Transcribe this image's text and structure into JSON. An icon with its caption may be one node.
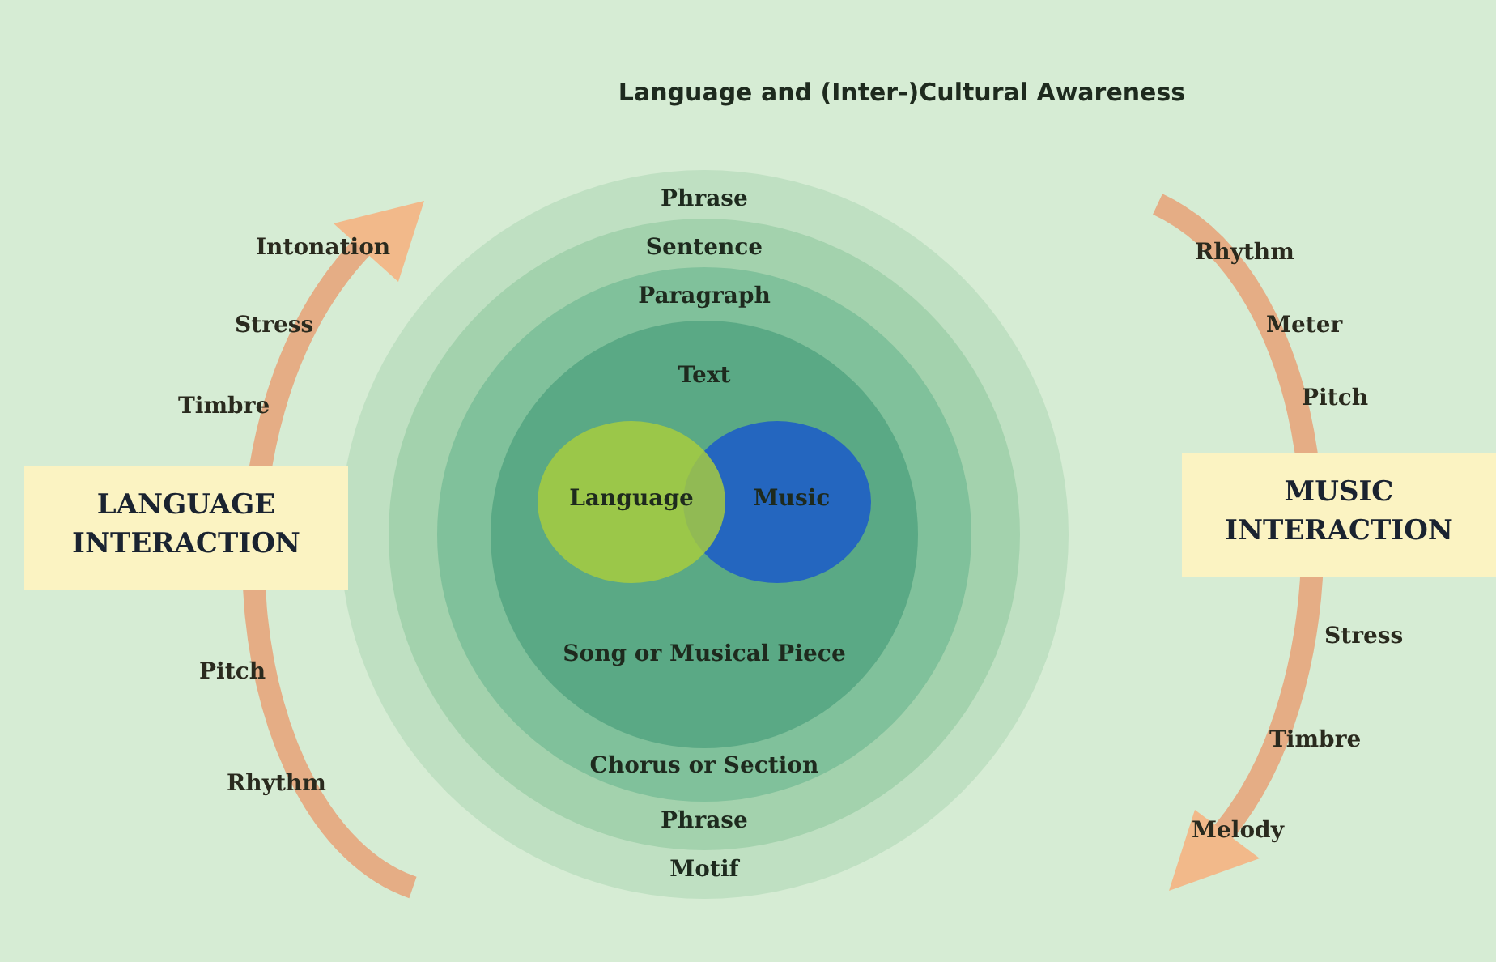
{
  "diagram": {
    "title": "Language and (Inter-)Cultural Awareness",
    "nodes": [
      {
        "text": [
          "Phrase",
          "Motif"
        ]
      },
      {
        "text": [
          "Sentence",
          "Phrase"
        ],
        "in": 0
      },
      {
        "text": [
          "Paragraph",
          "Chorus or Section"
        ],
        "in": 1
      },
      {
        "text": [
          "Text",
          "Song or Musical Piece"
        ],
        "in": 2
      },
      {
        "text": [
          "Language"
        ],
        "in": 3
      },
      {
        "text": [
          "Music"
        ],
        "in": 3
      },
      {
        "text": [
          "LANGUAGE INTERACTION"
        ]
      },
      {
        "text": [
          "MUSIC INTERACTION"
        ]
      }
    ],
    "edges": [],
    "labels": [
      "Intonation",
      "Stress",
      "Timbre",
      "Pitch",
      "Rhythm",
      "Rhythm",
      "Meter",
      "Pitch",
      "Stress",
      "Timbre",
      "Melody"
    ]
  }
}
